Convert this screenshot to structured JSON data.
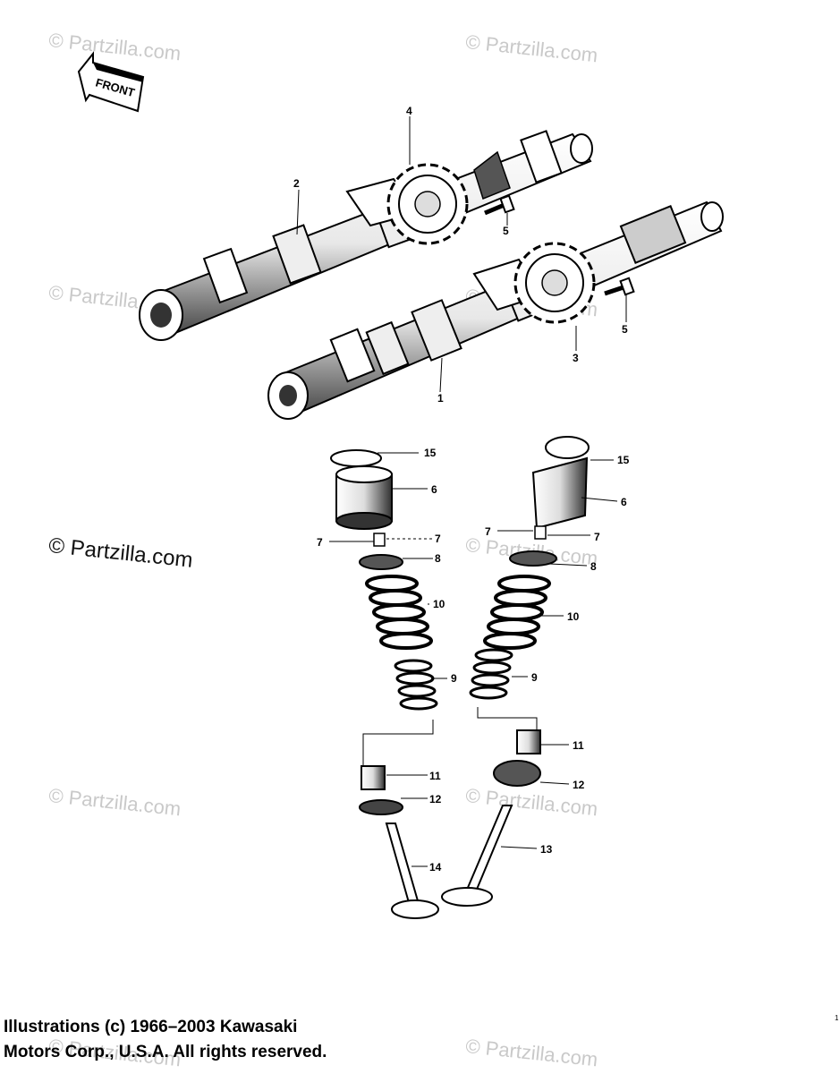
{
  "watermarks": {
    "text": "© Partzilla.com",
    "prominent": "© Partzilla.com"
  },
  "front_label": "FRONT",
  "callouts": {
    "c1": "1",
    "c2": "2",
    "c3": "3",
    "c4": "4",
    "c5a": "5",
    "c5b": "5",
    "c6a": "6",
    "c6b": "6",
    "c7a": "7",
    "c7b": "7",
    "c7c": "7",
    "c7d": "7",
    "c8a": "8",
    "c8b": "8",
    "c9a": "9",
    "c9b": "9",
    "c10a": "10",
    "c10b": "10",
    "c11a": "11",
    "c11b": "11",
    "c12a": "12",
    "c12b": "12",
    "c13": "13",
    "c14": "14",
    "c15a": "15",
    "c15b": "15"
  },
  "footer": {
    "line1": "Illustrations (c) 1966–2003 Kawasaki",
    "line2": "Motors Corp., U.S.A.  All rights reserved.",
    "page_number": "1"
  }
}
